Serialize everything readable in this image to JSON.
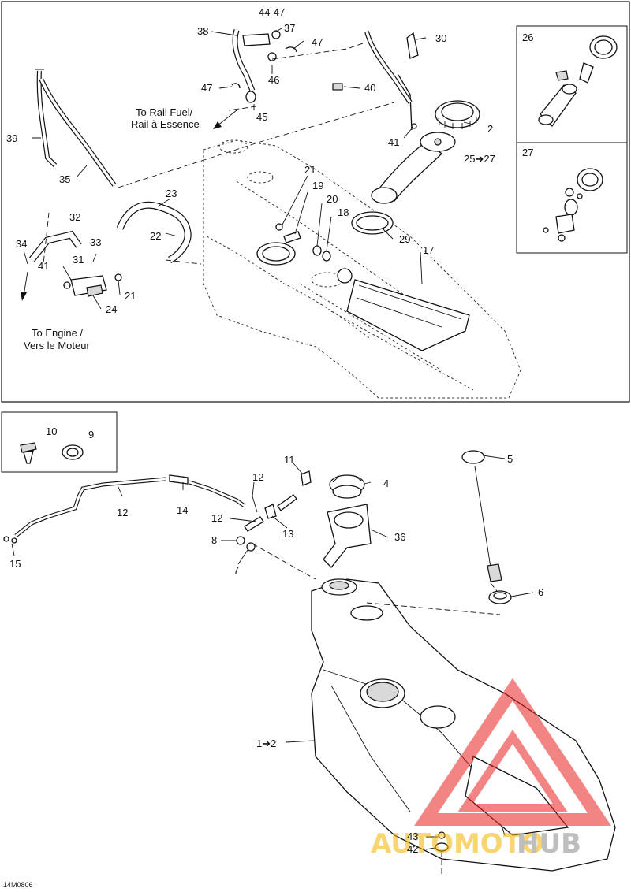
{
  "diagram_code": "14M0806",
  "watermark": {
    "text_a": "AUTOMOTO",
    "text_b": "HUB",
    "color_a": "#f0b400",
    "color_b": "#8a8a8a",
    "triangle_color": "#e82020"
  },
  "upper": {
    "notes": {
      "rail_line1": "To Rail Fuel/",
      "rail_line2": "Rail à Essence",
      "engine_line1": "To Engine /",
      "engine_line2": "Vers le Moteur"
    },
    "callouts": [
      "44-47",
      "37",
      "38",
      "47",
      "46",
      "47",
      "45",
      "30",
      "40",
      "41",
      "2",
      "25➔27",
      "39",
      "35",
      "21",
      "19",
      "20",
      "18",
      "23",
      "22",
      "32",
      "33",
      "34",
      "41",
      "31",
      "24",
      "21",
      "29",
      "17"
    ],
    "inset_a_label": "26",
    "inset_b_label": "27"
  },
  "lower": {
    "inset_callouts": [
      "10",
      "9"
    ],
    "callouts": [
      "11",
      "12",
      "12",
      "14",
      "15",
      "12",
      "8",
      "13",
      "7",
      "4",
      "5",
      "36",
      "6",
      "1➔2",
      "43",
      "42"
    ]
  }
}
